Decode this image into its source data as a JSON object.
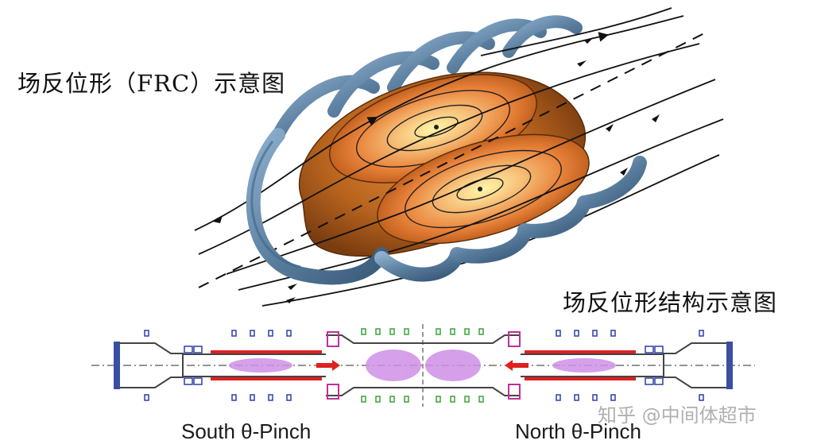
{
  "frc_diagram": {
    "title": "场反位形（FRC）示意图"
  },
  "structure_diagram": {
    "title": "场反位形结构示意图",
    "south_label": "South θ-Pinch",
    "north_label": "North θ-Pinch"
  },
  "watermark": "知乎 @中间体超市",
  "colors": {
    "coil": "#5b7fa0",
    "coil_dark": "#3f6282",
    "plasma_outer": "#b5651d",
    "plasma_inner": "#f2a35c",
    "plasma_core": "#fff3a0",
    "field_line": "#111111",
    "vessel": "#444444",
    "end_plate": "#3a4fa0",
    "magnet_small": "#2d3fa8",
    "magnet_center": "#3aa33a",
    "flange": "#c0309a",
    "beam": "#e02020",
    "plasma_blob": "#cf8fe6"
  }
}
